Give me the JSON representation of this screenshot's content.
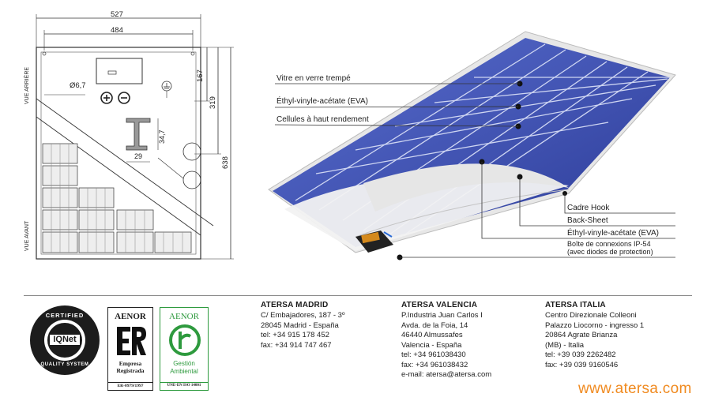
{
  "drawing": {
    "dim_width_total": "527",
    "dim_width_inner": "484",
    "dim_167": "167",
    "dim_319": "319",
    "dim_638": "638",
    "dim_hole": "Ø6,7",
    "dim_profile_h": "34,7",
    "dim_profile_w": "29",
    "vue_arriere": "VUE ARRIÈRE",
    "vue_avant": "VUE AVANT"
  },
  "callouts": {
    "vitre": "Vitre en verre trempé",
    "eva_top": "Éthyl-vinyle-acétate (EVA)",
    "cellules": "Cellules à haut rendement",
    "cadre": "Cadre Hook",
    "backsheet": "Back-Sheet",
    "eva_bottom": "Éthyl-vinyle-acétate (EVA)",
    "boite_1": "Boîte de connexions IP-54",
    "boite_2": "(avec diodes de protection)"
  },
  "certs": {
    "iqnet_top": "CERTIFIED",
    "iqnet_name": "IQNet",
    "iqnet_bottom": "QUALITY SYSTEM",
    "aenor1_title": "AENOR",
    "aenor1_line1": "Empresa",
    "aenor1_line2": "Registrada",
    "aenor1_code": "ER-0979/1997",
    "aenor2_title": "AENOR",
    "aenor2_line1": "Gestión",
    "aenor2_line2": "Ambiental",
    "aenor2_code": "UNE-EN ISO 14001"
  },
  "offices": {
    "madrid": {
      "title": "ATERSA MADRID",
      "lines": [
        "C/ Embajadores, 187 - 3º",
        "28045 Madrid - España",
        "tel: +34 915 178 452",
        "fax: +34 914 747 467"
      ]
    },
    "valencia": {
      "title": "ATERSA VALENCIA",
      "lines": [
        "P.Industria Juan Carlos I",
        "Avda. de la Foia, 14",
        "46440 Almussafes",
        "Valencia - España",
        "tel: +34 961038430",
        "fax: +34 961038432",
        "e-mail: atersa@atersa.com"
      ]
    },
    "italia": {
      "title": "ATERSA ITALIA",
      "lines": [
        "Centro Direzionale Colleoni",
        "Palazzo Liocorno - ingresso 1",
        "20864 Agrate Brianza",
        "(MB) - Italia",
        "tel: +39 039 2262482",
        "fax: +39 039 9160546"
      ]
    }
  },
  "website": "www.atersa.com",
  "colors": {
    "accent": "#f08a1f",
    "cell_blue": "#3a4aa8",
    "green": "#2e9a3e"
  }
}
